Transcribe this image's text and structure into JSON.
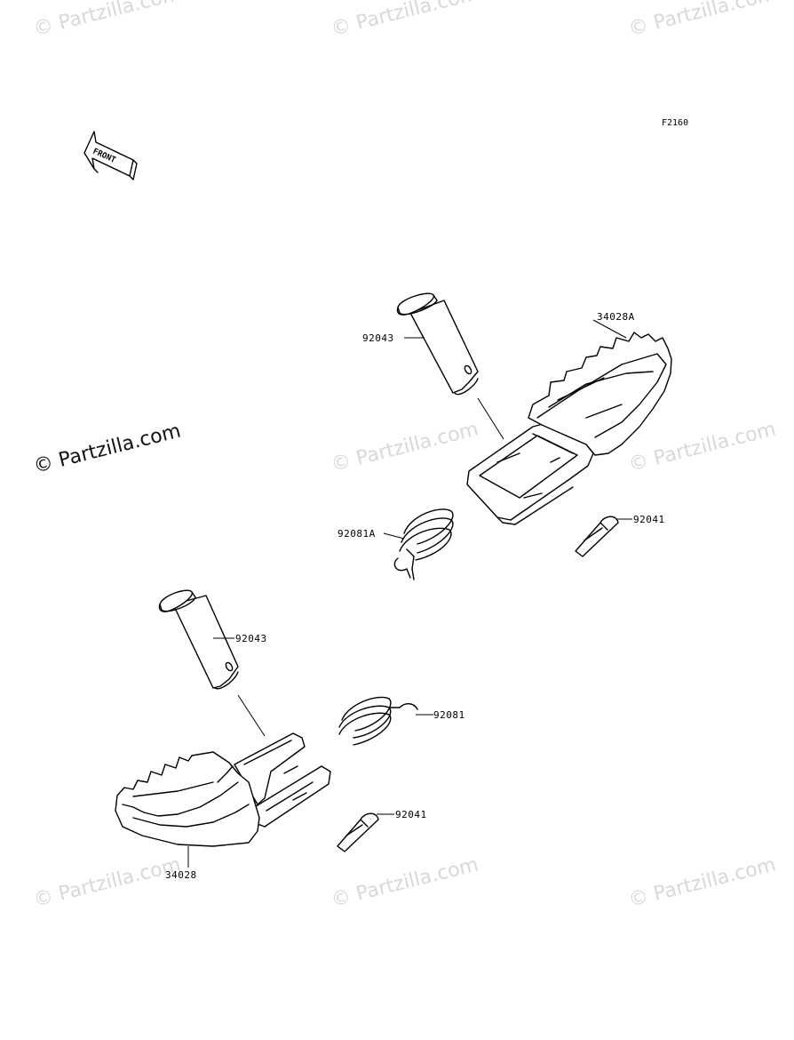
{
  "diagram": {
    "code": "F2160",
    "front_label": "FRONT",
    "copyright": "© Partzilla.com",
    "watermark": "© Partzilla.com",
    "parts": [
      {
        "id": "upper-pin",
        "number": "92043"
      },
      {
        "id": "upper-footpeg",
        "number": "34028A"
      },
      {
        "id": "upper-spring",
        "number": "92081A"
      },
      {
        "id": "upper-cotter",
        "number": "92041"
      },
      {
        "id": "lower-pin",
        "number": "92043"
      },
      {
        "id": "lower-spring",
        "number": "92081"
      },
      {
        "id": "lower-cotter",
        "number": "92041"
      },
      {
        "id": "lower-footpeg",
        "number": "34028"
      }
    ]
  }
}
